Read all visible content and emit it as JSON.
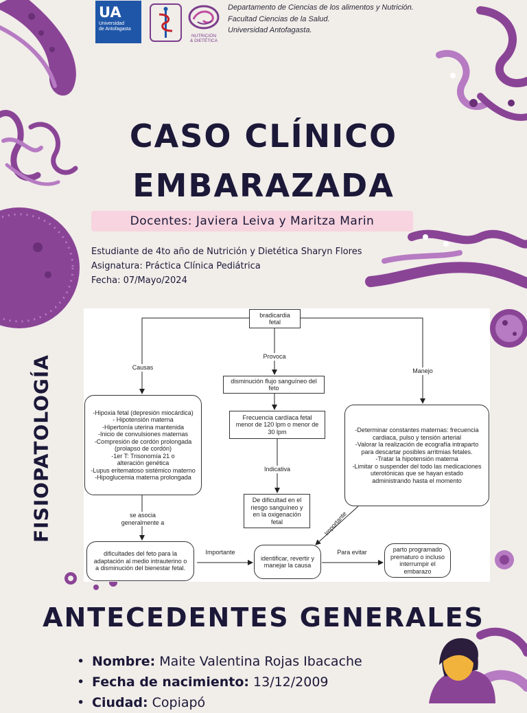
{
  "colors": {
    "background": "#f1ede9",
    "navy": "#1b1838",
    "purple": "#8a4496",
    "light_purple": "#b67bc2",
    "badge_pink": "#f7d4df",
    "ua_blue": "#1f56a8"
  },
  "header": {
    "ua_logo": {
      "mark": "UA",
      "name_line1": "Universidad",
      "name_line2": "de Antofagasta"
    },
    "medical_logo_icon": "caduceus-icon",
    "nutrition_logo": {
      "line1": "NUTRICIÓN",
      "line2": "& DIETÉTICA"
    },
    "department": [
      "Departamento de Ciencias de los alimentos y Nutrición.",
      "Facultad Ciencias de la Salud.",
      "Universidad Antofagasta."
    ]
  },
  "title": {
    "line1": "CASO CLÍNICO",
    "line2": "EMBARAZADA"
  },
  "teachers": "Docentes: Javiera Leiva y Maritza Marin",
  "info": {
    "student": "Estudiante de 4to año de Nutrición y Dietética Sharyn Flores",
    "subject": "Asignatura: Práctica Clínica Pediátrica",
    "date": "Fecha: 07/Mayo/2024"
  },
  "side_label": "FISIOPATOLOGÍA",
  "flowchart": {
    "nodes": {
      "bradicardia": "bradicardia\nfetal",
      "disminucion": "disminución flujo sanguíneo del\nfeto",
      "frecuencia": "Frecuencia cardíaca fetal\nmenor de 120 lpm o menor de\n30 lpm",
      "dificultad": "De dificultad en el\nriesgo sanguíneo y\nen la oxigenación\nfetal",
      "causas_list": "-Hipoxia fetal (depresión miocárdica)\n- Hipotensión materna\n-Hipertonía uterina mantenida\n-Inicio de convulsiones maternas\n-Compresión de cordón prolongada\n(prolapso de cordón)\n-1er T: Trisonomía 21 o\nalteración genética\n-Lupus eritematoso sistémico materno\n-Hipoglucemia materna prolongada",
      "manejo_list": "-Determinar constantes maternas: frecuencia\ncardiaca, pulso y tensión arterial\n-Valorar la realización de ecografía intraparto\npara descartar posibles arritmias fetales.\n-Tratar la hipotensión materna\n-Limitar o suspender del todo las medicaciones\nuterotónicas que se hayan estado\nadministrando hasta el momento",
      "dificultades": "dificultades del feto para la\nadaptación al medio intrauterino o\na disminución del bienestar fetal.",
      "identificar": "identificar, revertir y\nmanejar la causa",
      "parto": "parto programado\nprematuro o incluso\ninterrumpir el\nembarazo"
    },
    "edge_labels": {
      "causas": "Causas",
      "provoca": "Provoca",
      "manejo": "Manejo",
      "indicativa": "Indicativa",
      "se_asocia": "se asocia\ngeneralmente a",
      "importante_bottom": "Importante",
      "para_evitar": "Para evitar",
      "importante_diag": "Importante"
    }
  },
  "section_title": "ANTECEDENTES GENERALES",
  "details": [
    {
      "key": "Nombre",
      "value": "Maite Valentina Rojas Ibacache"
    },
    {
      "key": "Fecha de nacimiento",
      "value": "13/12/2009"
    },
    {
      "key": "Ciudad",
      "value": "Copiapó"
    }
  ],
  "details_bullet": "•",
  "details_separator": ":"
}
